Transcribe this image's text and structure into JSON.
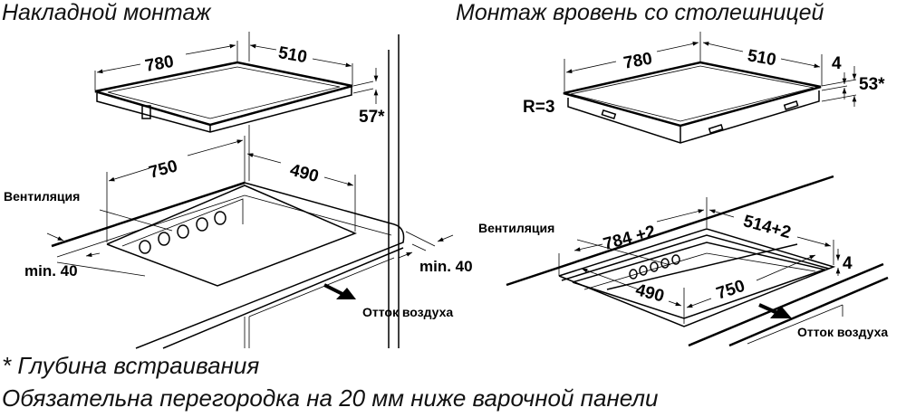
{
  "left_panel": {
    "title": "Накладной монтаж",
    "hob_width": "780",
    "hob_depth": "510",
    "hob_height": "57*",
    "cutout_width": "750",
    "cutout_depth": "490",
    "ventilation_label": "Вентиляция",
    "min_left": "min. 40",
    "min_right": "min. 40",
    "airflow_label": "Отток воздуха"
  },
  "right_panel": {
    "title": "Монтаж вровень со столешницей",
    "hob_width": "780",
    "hob_depth": "510",
    "edge_height": "4",
    "hob_height": "53*",
    "radius_label": "R=3",
    "rebate_width": "784 +2",
    "rebate_depth": "514+2",
    "rebate_height": "4",
    "cutout_depth": "490",
    "cutout_width": "750",
    "ventilation_label": "Вентиляция",
    "airflow_label": "Отток воздуха"
  },
  "notes": {
    "depth_note": "* Глубина встраивания",
    "partition_note": "Обязательна перегородка на 20 мм ниже варочной панели"
  }
}
